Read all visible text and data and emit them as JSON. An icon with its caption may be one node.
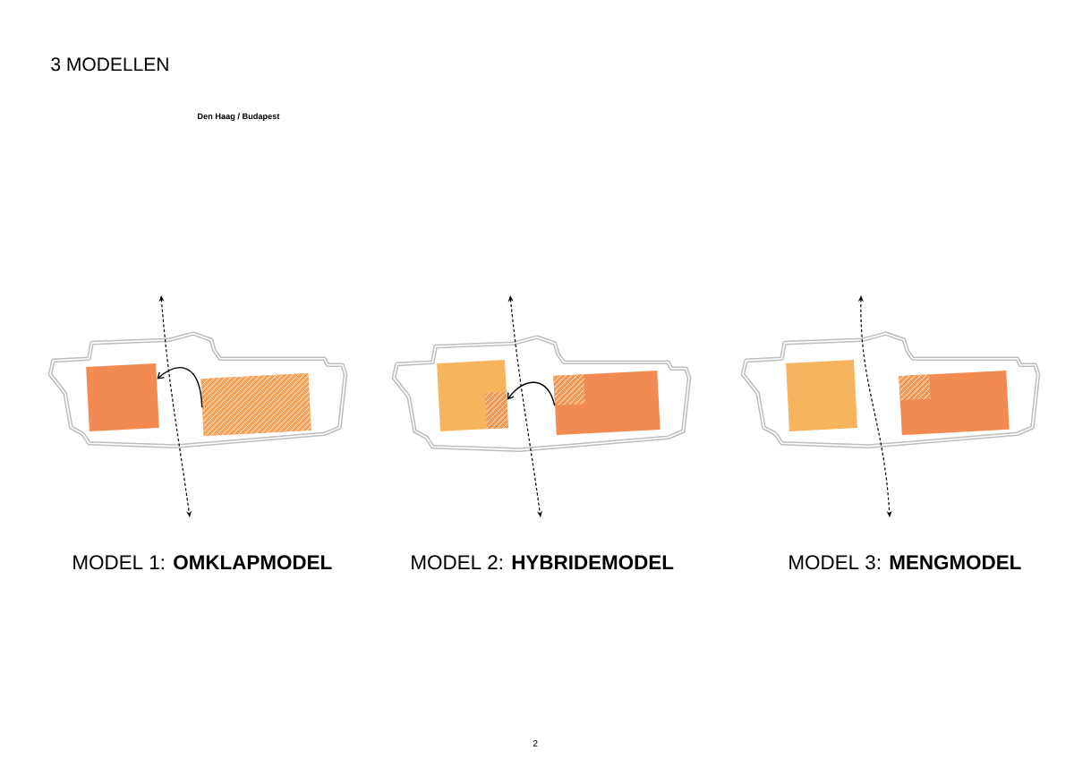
{
  "diagram": {
    "title": "3 MODELLEN",
    "nodes": [
      {
        "text": [],
        "shape": "box"
      },
      {
        "text": [],
        "shape": "box"
      },
      {
        "text": [],
        "shape": "box"
      },
      {
        "text": [],
        "shape": "box"
      },
      {
        "text": [],
        "shape": "box"
      },
      {
        "text": [],
        "shape": "box"
      }
    ],
    "edges": [
      {
        "from": 1,
        "to": 0,
        "arrow": "to"
      },
      {
        "from": 3,
        "to": 2,
        "arrow": "to"
      }
    ],
    "labels": [
      "Den Haag / Budapest",
      "MODEL 1: **OMKLAPMODEL**",
      "MODEL 2: **HYBRIDEMODEL**",
      "MODEL 3: **MENGMODEL**",
      "2"
    ]
  }
}
